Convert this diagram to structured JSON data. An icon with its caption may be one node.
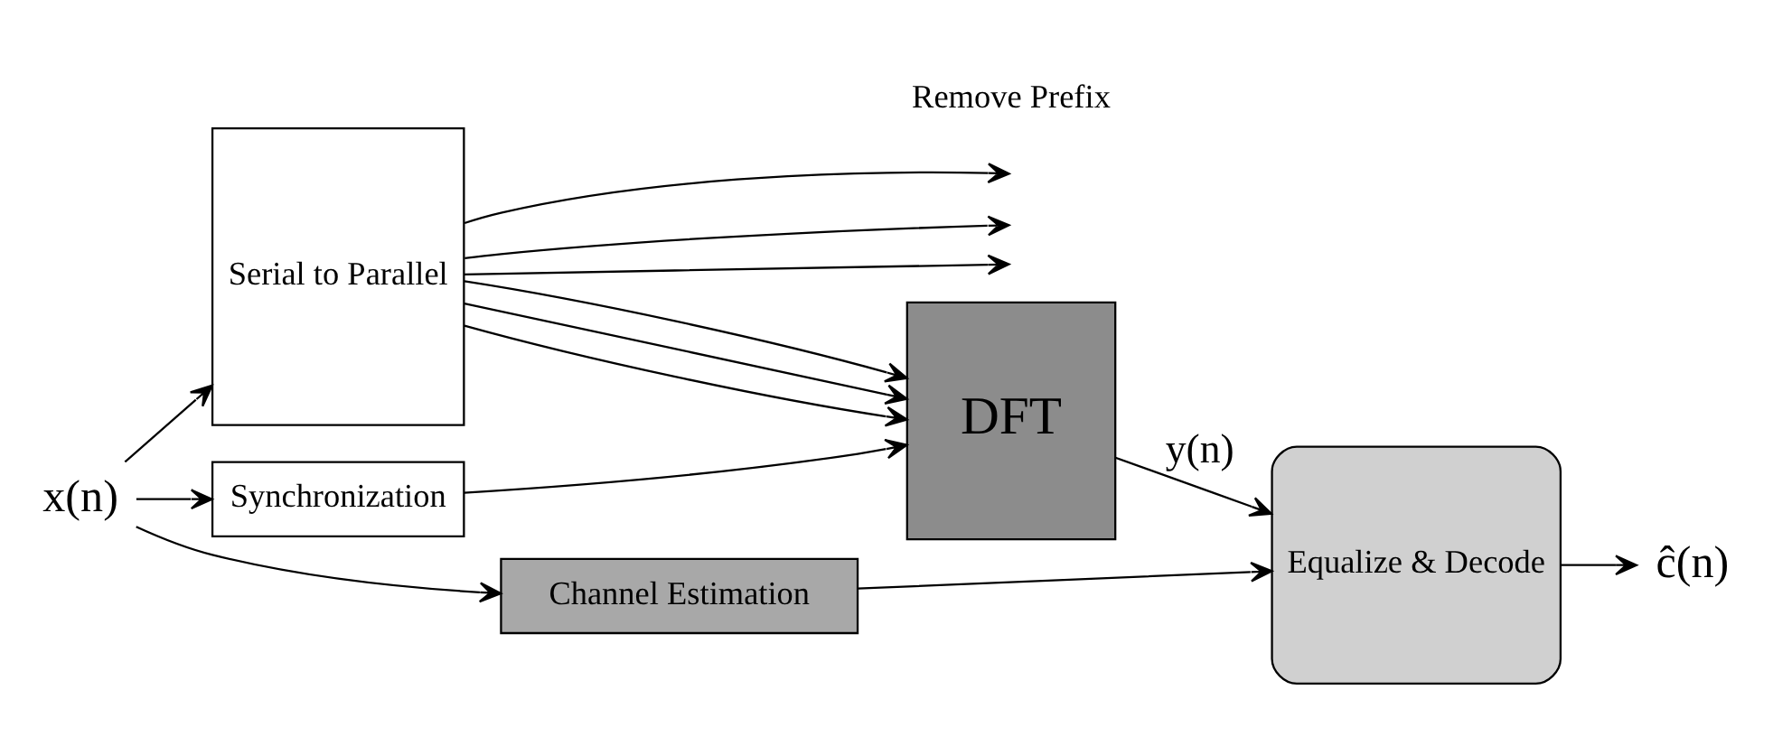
{
  "diagram": {
    "nodes": [
      {
        "text": [
          "x(n)"
        ]
      },
      {
        "text": [
          "Serial to Parallel"
        ]
      },
      {
        "text": [
          "DFT"
        ]
      },
      {
        "text": [
          "Equalize & Decode"
        ]
      },
      {
        "text": [
          "ĉ(n)"
        ]
      },
      {
        "text": [
          "Synchronization"
        ]
      },
      {
        "text": [
          "Channel Estimation"
        ]
      }
    ],
    "edges": [
      {
        "from": 0,
        "to": 1,
        "arrow": "to"
      },
      {
        "from": 0,
        "to": 5,
        "arrow": "to"
      },
      {
        "from": 0,
        "to": 6,
        "arrow": "to"
      },
      {
        "from": 1,
        "to": null,
        "arrow": "to"
      },
      {
        "from": 1,
        "to": null,
        "arrow": "to"
      },
      {
        "from": 1,
        "to": null,
        "arrow": "to"
      },
      {
        "from": 1,
        "to": 2,
        "arrow": "to"
      },
      {
        "from": 1,
        "to": 2,
        "arrow": "to"
      },
      {
        "from": 1,
        "to": 2,
        "arrow": "to"
      },
      {
        "from": 5,
        "to": 2,
        "arrow": "to"
      },
      {
        "from": 2,
        "to": 3,
        "arrow": "to",
        "label": "y(n)"
      },
      {
        "from": 6,
        "to": 3,
        "arrow": "to"
      },
      {
        "from": 3,
        "to": 4,
        "arrow": "to"
      }
    ],
    "labels": [
      "Remove Prefix"
    ]
  }
}
